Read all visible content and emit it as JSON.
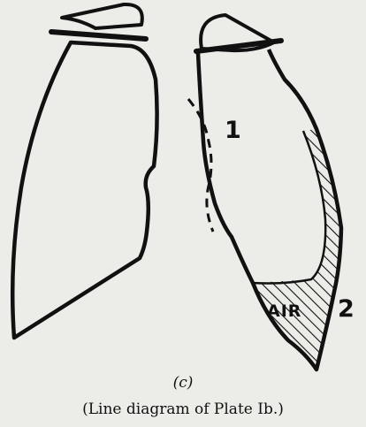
{
  "labels": {
    "pleural_line_marker": "1",
    "pneumothorax_marker": "2",
    "air": "AIR"
  },
  "panel_label": "(c)",
  "caption": "(Line diagram of Plate Ib.)"
}
